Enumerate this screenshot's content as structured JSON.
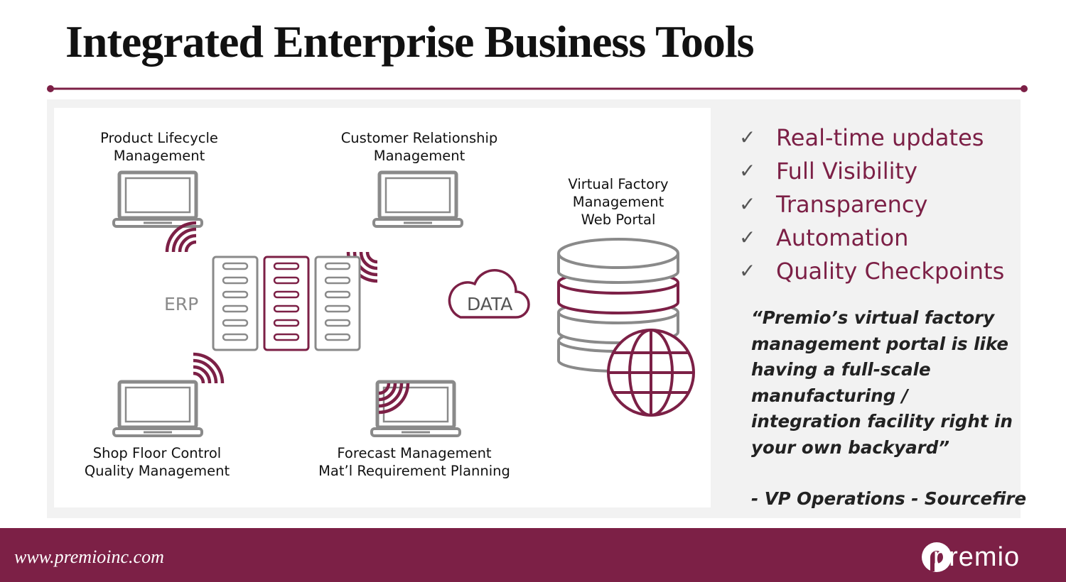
{
  "slide": {
    "title": "Integrated Enterprise Business Tools"
  },
  "diagram": {
    "nodes": {
      "plm": [
        "Product Lifecycle",
        "Management"
      ],
      "crm": [
        "Customer Relationship",
        "Management"
      ],
      "sfc": [
        "Shop Floor Control",
        "Quality Management"
      ],
      "fcm": [
        "Forecast Management",
        "Mat’l Requirement Planning"
      ],
      "portal": [
        "Virtual Factory",
        "Management",
        "Web Portal"
      ]
    },
    "erp_label": "ERP",
    "data_label": "DATA"
  },
  "benefits": [
    "Real-time updates",
    "Full Visibility",
    "Transparency",
    "Automation",
    "Quality Checkpoints"
  ],
  "check_icon": "✓",
  "quote": {
    "text": "“Premio’s virtual factory management portal is like having a full-scale manufacturing / integration facility right in your own backyard”",
    "attribution": "- VP Operations - Sourcefire"
  },
  "footer": {
    "url": "www.premioinc.com",
    "logo_text": "premio"
  },
  "colors": {
    "accent": "#7c2046",
    "gray": "#8a8a8a",
    "panel": "#f2f2f2"
  }
}
